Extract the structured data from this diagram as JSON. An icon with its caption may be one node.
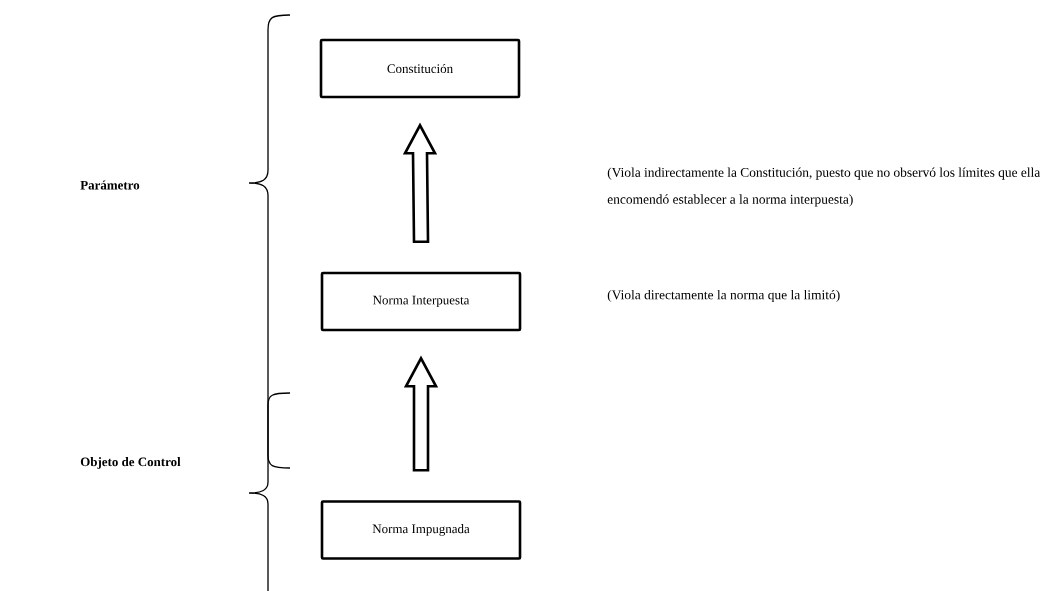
{
  "diagram": {
    "nodes": [
      {
        "text": [
          "Constitución"
        ]
      },
      {
        "text": [
          "Norma Interpuesta"
        ]
      },
      {
        "text": [
          "Norma Impugnada"
        ]
      }
    ],
    "edges": [
      {
        "from": 1,
        "to": 0,
        "arrow": "to"
      },
      {
        "from": 2,
        "to": 1,
        "arrow": "to"
      }
    ],
    "labels": [
      "Parámetro",
      "(Viola indirectamente la Constitución, puesto que no observó los límites que ella encomendó establecer a la norma interpuesta)",
      "(Viola directamente la norma que la limitó)",
      "Objeto de Control"
    ]
  }
}
